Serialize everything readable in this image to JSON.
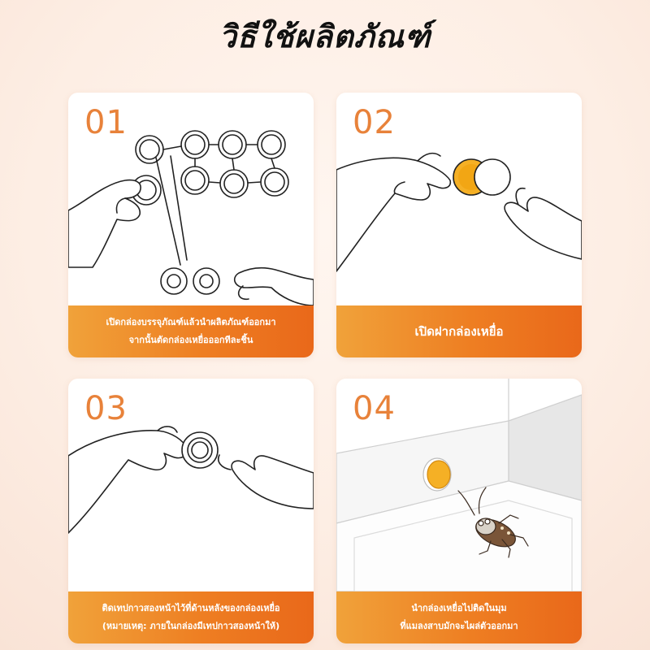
{
  "title": "วิธีใช้ผลิตภัณฑ์",
  "steps": [
    {
      "number": "01",
      "caption_lines": [
        "เปิดกล่องบรรจุภัณฑ์แล้วนำผลิตภัณฑ์ออกมา",
        "จากนั้นตัดกล่องเหยื่อออกทีละชิ้น"
      ]
    },
    {
      "number": "02",
      "caption_lines": [
        "เปิดฝากล่องเหยื่อ"
      ]
    },
    {
      "number": "03",
      "caption_lines": [
        "ติดเทปกาวสองหน้าไว้ที่ด้านหลังของกล่องเหยื่อ",
        "(หมายเหตุ: ภายในกล่องมีเทปกาวสองหน้าให้)"
      ]
    },
    {
      "number": "04",
      "caption_lines": [
        "นำกล่องเหยื่อไปติดในมุม",
        "ที่แมลงสาบมักจะไผล่ตัวออกมา"
      ]
    }
  ],
  "colors": {
    "accent_orange": "#e8823a",
    "bait_yellow": "#f5b025",
    "background": "#fdeee4"
  }
}
